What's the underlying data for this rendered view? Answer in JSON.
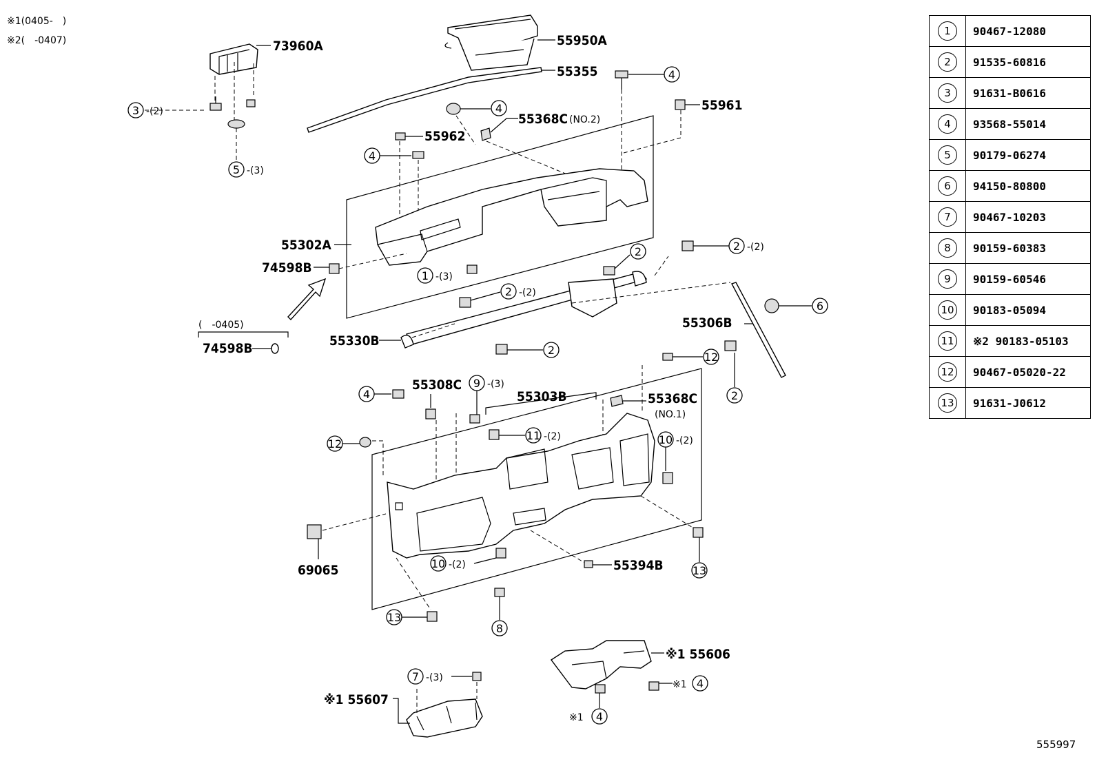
{
  "notes": {
    "n1": "※1(0405-　)",
    "n2": "※2(　-0407)"
  },
  "figure_id": "555997",
  "labels": {
    "l73960A": "73960A",
    "l55950A": "55950A",
    "l55355": "55355",
    "l55961": "55961",
    "l55368C2": "55368C",
    "l55368C2s": "(NO.2)",
    "l55962": "55962",
    "l55302A": "55302A",
    "l74598B": "74598B",
    "l0405": "(　-0405)",
    "l74598Bb": "74598B",
    "l55330B": "55330B",
    "l55306B": "55306B",
    "l55308C": "55308C",
    "l55303B": "55303B",
    "l55368C1": "55368C",
    "l55368C1s": "(NO.1)",
    "l69065": "69065",
    "l55394B": "55394B",
    "l55606": "※1 55606",
    "l55607": "※1 55607",
    "q2": "-(2)",
    "q3": "-(3)",
    "x1": "※1"
  },
  "legend": [
    {
      "no": "1",
      "pn": "90467-12080"
    },
    {
      "no": "2",
      "pn": "91535-60816"
    },
    {
      "no": "3",
      "pn": "91631-B0616"
    },
    {
      "no": "4",
      "pn": "93568-55014"
    },
    {
      "no": "5",
      "pn": "90179-06274"
    },
    {
      "no": "6",
      "pn": "94150-80800"
    },
    {
      "no": "7",
      "pn": "90467-10203"
    },
    {
      "no": "8",
      "pn": "90159-60383"
    },
    {
      "no": "9",
      "pn": "90159-60546"
    },
    {
      "no": "10",
      "pn": "90183-05094"
    },
    {
      "no": "11",
      "pn": "※2 90183-05103"
    },
    {
      "no": "12",
      "pn": "90467-05020-22"
    },
    {
      "no": "13",
      "pn": "91631-J0612"
    }
  ]
}
